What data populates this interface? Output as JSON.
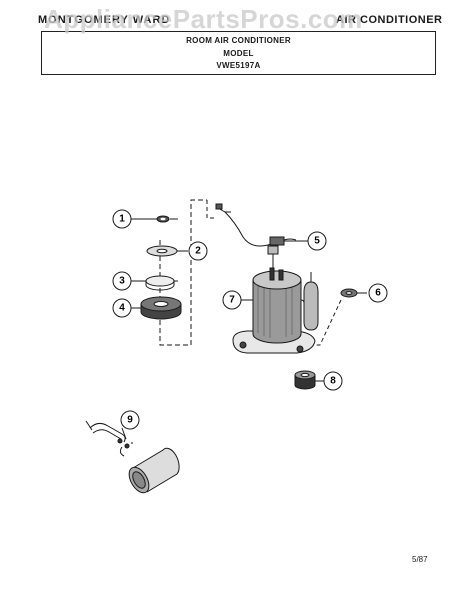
{
  "header": {
    "brand": "MONTGOMERY WARD",
    "category": "AIR CONDITIONER",
    "title_line1": "ROOM AIR CONDITIONER",
    "title_line2": "MODEL",
    "title_line3": "VWE5197A"
  },
  "watermark": "AppliancePartsPros.com",
  "page_code": "5/87",
  "callouts": [
    "1",
    "2",
    "3",
    "4",
    "5",
    "6",
    "7",
    "8",
    "9"
  ],
  "colors": {
    "ink": "#1a1a1a",
    "watermark": "#c9c9c9",
    "background": "#ffffff"
  }
}
